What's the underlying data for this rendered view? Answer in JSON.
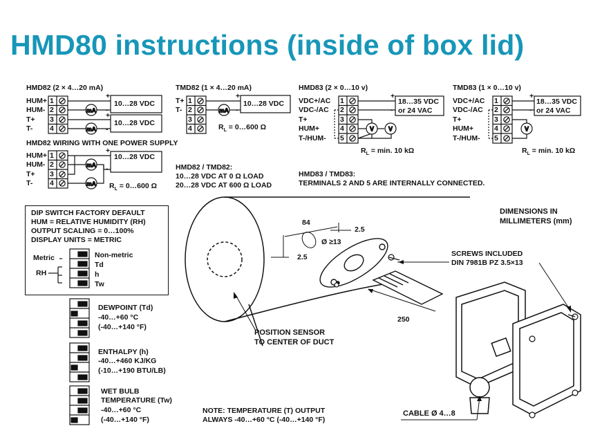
{
  "page_title": "HMD80 instructions (inside of box lid)",
  "wiring": {
    "hmd82_title": "HMD82 (2 × 4…20 mA)",
    "tmd82_title": "TMD82 (1 × 4…20 mA)",
    "hmd83_title": "HMD83 (2 × 0…10 v)",
    "tmd83_title": "TMD83 (1 × 0…10 v)",
    "hmd82_one_supply_title": "HMD82 WIRING WITH ONE POWER SUPPLY",
    "terms_ma": [
      "HUM+",
      "HUM-",
      "T+",
      "T-"
    ],
    "terms_t": [
      "T+",
      "T-"
    ],
    "terms_v": [
      "VDC+/AC",
      "VDC-/AC",
      "T+",
      "HUM+",
      "T-/HUM-"
    ],
    "terms_v_tmd": [
      "VDC+/AC",
      "VDC-/AC",
      "T+",
      "HUM+",
      "T-/HUM-"
    ],
    "supply_ma": "10…28 VDC",
    "supply_v_line1": "18…35 VDC",
    "supply_v_line2": "or 24 VAC",
    "meter_ma": "mA",
    "meter_v": "V",
    "rl_ma": "R",
    "rl_ma_sub": "L",
    "rl_ma_value": " = 0…600 Ω",
    "rl_v_value": " = min. 10 kΩ",
    "plus": "+",
    "minus": "-",
    "note_82_line1": "HMD82 / TMD82:",
    "note_82_line2": "10…28 VDC AT 0 Ω LOAD",
    "note_82_line3": "20…28 VDC AT 600 Ω LOAD",
    "note_83_line1": "HMD83 / TMD83:",
    "note_83_line2": "TERMINALS 2 AND 5 ARE INTERNALLY CONNECTED."
  },
  "dip": {
    "box_line1": "DIP SWITCH FACTORY DEFAULT",
    "box_line2": "HUM = RELATIVE HUMIDITY (RH)",
    "box_line3": "OUTPUT SCALING = 0…100%",
    "box_line4": "DISPLAY UNITS = METRIC",
    "metric": "Metric",
    "rh": "RH",
    "options": [
      "Non-metric",
      "Td",
      "h",
      "Tw"
    ],
    "dewpoint": [
      "DEWPOINT (Td)",
      "-40…+60 °C",
      "(-40…+140 °F)"
    ],
    "enthalpy": [
      "ENTHALPY (h)",
      "-40…+460 KJ/KG",
      "(-10…+190 BTU/LB)"
    ],
    "wetbulb": [
      "WET BULB",
      "TEMPERATURE (Tw)",
      "-40…+60 °C",
      "(-40…+140 °F)"
    ],
    "note_line1": "NOTE: TEMPERATURE (T) OUTPUT",
    "note_line2": "ALWAYS -40…+60 °C (-40…+140 °F)"
  },
  "mechanical": {
    "dimensions_line1": "DIMENSIONS IN",
    "dimensions_line2": "MILLIMETERS (mm)",
    "dim_84": "84",
    "dim_25a": "2.5",
    "dim_25b": "2.5",
    "dim_hole": "Ø ≥13",
    "dim_250": "250",
    "screws_line1": "SCREWS INCLUDED",
    "screws_line2": "DIN 7981B PZ 3.5×13",
    "position_line1": "POSITION SENSOR",
    "position_line2": "TO CENTER OF DUCT",
    "cable": "CABLE Ø 4…8"
  }
}
